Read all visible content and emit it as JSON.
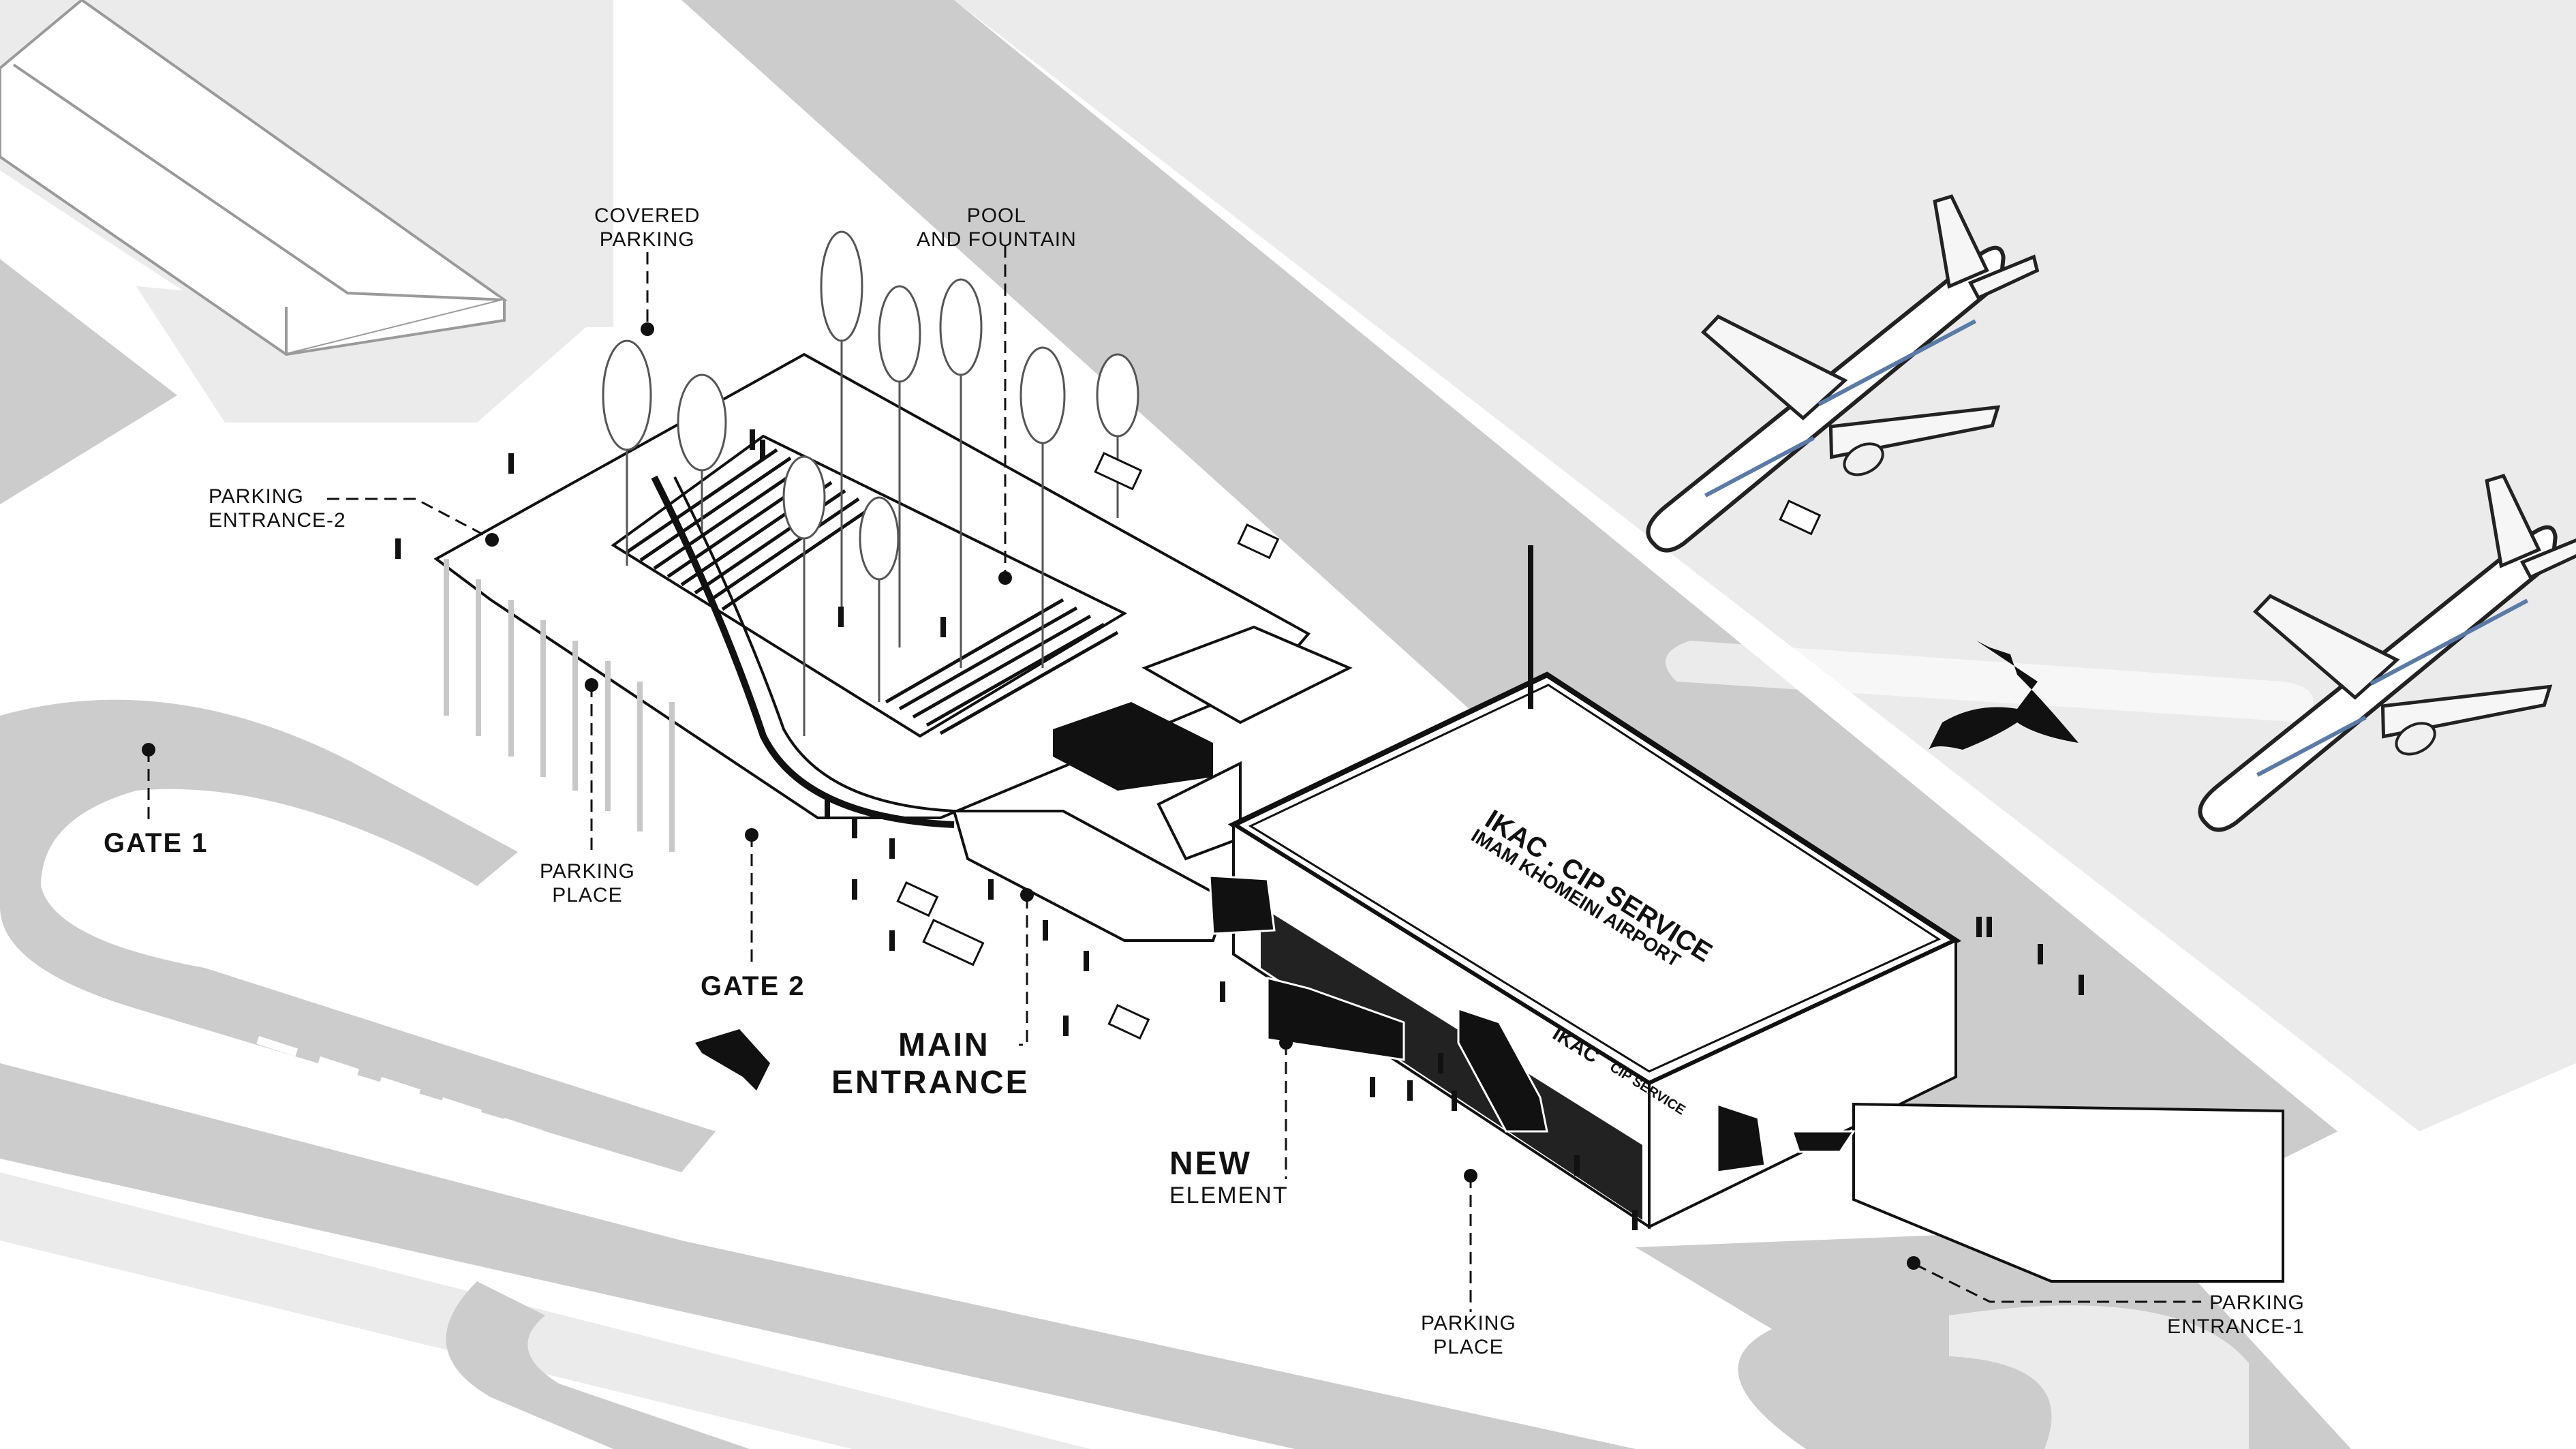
{
  "diagram": {
    "title": "IKAC . CIP SERVICE",
    "subtitle": "IMAM KHOMEINI AIRPORT",
    "facade_sign": {
      "main": "IKAC",
      "secondary": "CIP SERVICE"
    },
    "palette": {
      "background": "#ffffff",
      "light_ground": "#ebebeb",
      "road_gray": "#cccccc",
      "mid_gray": "#bdbdbd",
      "ink": "#111111",
      "plane_window": "#5a7aa8"
    },
    "labels": {
      "covered_parking": [
        "COVERED",
        "PARKING"
      ],
      "pool_fountain": [
        "POOL",
        "AND FOUNTAIN"
      ],
      "parking_entrance_2": [
        "PARKING",
        "ENTRANCE-2"
      ],
      "gate_1": "GATE 1",
      "parking_place_left": [
        "PARKING",
        "PLACE"
      ],
      "gate_2": "GATE 2",
      "main_entrance": [
        "MAIN",
        "ENTRANCE"
      ],
      "new_element": [
        "NEW",
        "ELEMENT"
      ],
      "parking_place_bottom": [
        "PARKING",
        "PLACE"
      ],
      "parking_entrance_1": [
        "PARKING",
        "ENTRANCE-1"
      ]
    },
    "objects": {
      "airplanes": 2,
      "birds": 1,
      "direction_arrow": "main-entrance-arrow"
    }
  }
}
